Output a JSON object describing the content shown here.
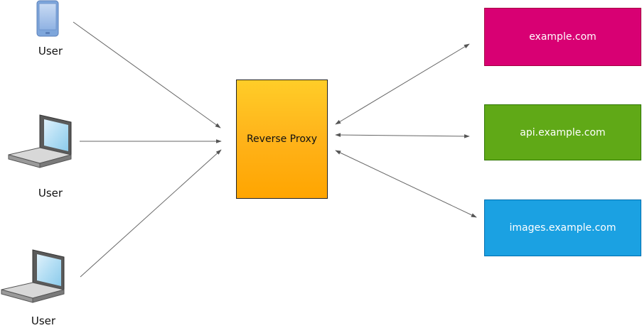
{
  "users": [
    {
      "label": "User",
      "icon": "mobile-phone-icon"
    },
    {
      "label": "User",
      "icon": "laptop-icon"
    },
    {
      "label": "User",
      "icon": "laptop-icon"
    }
  ],
  "proxy": {
    "label": "Reverse Proxy",
    "color": "#ffb31a"
  },
  "servers": [
    {
      "label": "example.com",
      "color": "#d80073"
    },
    {
      "label": "api.example.com",
      "color": "#60a917"
    },
    {
      "label": "images.example.com",
      "color": "#1ba1e2"
    }
  ],
  "connections": {
    "user_to_proxy": "one-way",
    "proxy_to_server": "two-way"
  }
}
